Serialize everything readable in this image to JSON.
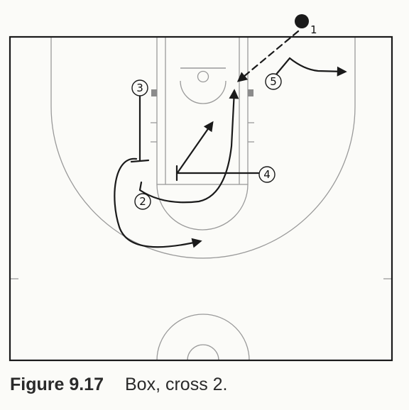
{
  "figure": {
    "number": "Figure 9.17",
    "title": "Box, cross 2."
  },
  "players": [
    {
      "id": "p1",
      "label": "1",
      "has_ball": true
    },
    {
      "id": "p2",
      "label": "2"
    },
    {
      "id": "p3",
      "label": "3"
    },
    {
      "id": "p4",
      "label": "4"
    },
    {
      "id": "p5",
      "label": "5"
    }
  ],
  "colors": {
    "court_lines": "#9a9a9a",
    "outer_boundary": "#1a1a1a",
    "action_lines": "#1a1a1a",
    "block_marks": "#8c8c8c"
  }
}
